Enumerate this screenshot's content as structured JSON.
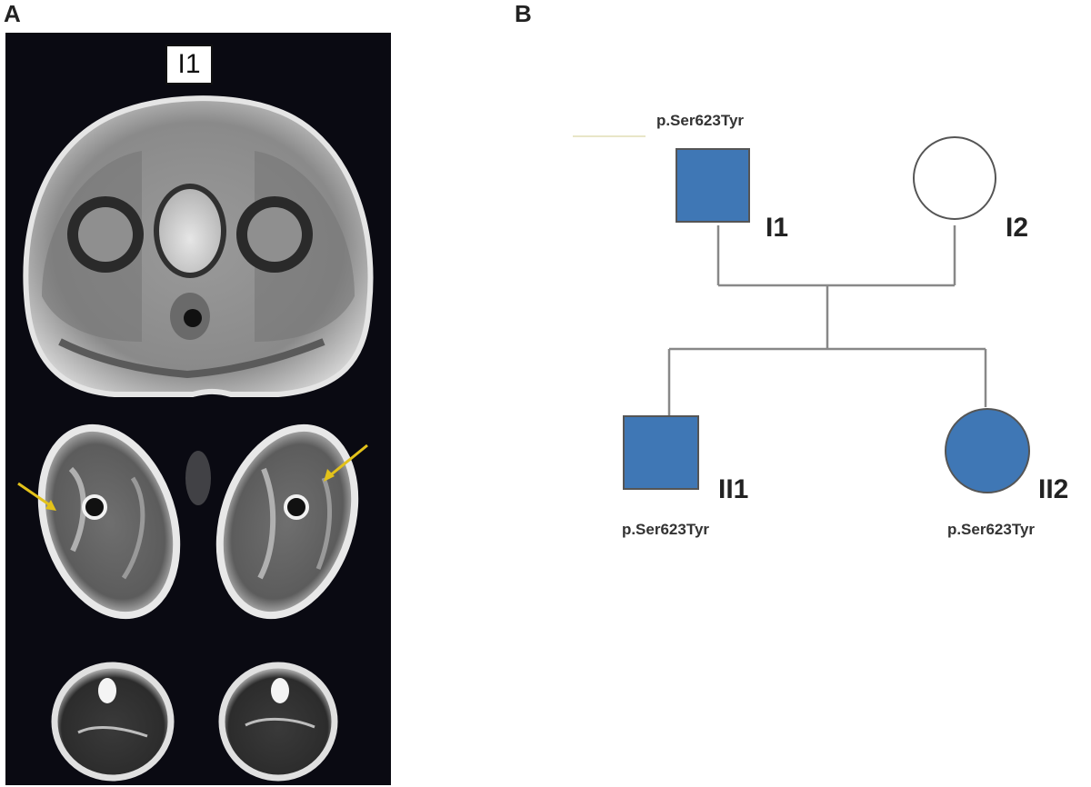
{
  "panels": {
    "a_label": "A",
    "b_label": "B"
  },
  "mri": {
    "label": "I1"
  },
  "pedigree": {
    "colors": {
      "affected": "#3f77b5",
      "unaffected": "#ffffff",
      "line": "#888888",
      "outline": "#555555"
    },
    "members": [
      {
        "id": "I1",
        "variant": "p.Ser623Tyr",
        "sex": "male",
        "affected": true
      },
      {
        "id": "I2",
        "variant": "",
        "sex": "female",
        "affected": false
      },
      {
        "id": "II1",
        "variant": "p.Ser623Tyr",
        "sex": "male",
        "affected": true
      },
      {
        "id": "II2",
        "variant": "p.Ser623Tyr",
        "sex": "female",
        "affected": true
      }
    ]
  }
}
